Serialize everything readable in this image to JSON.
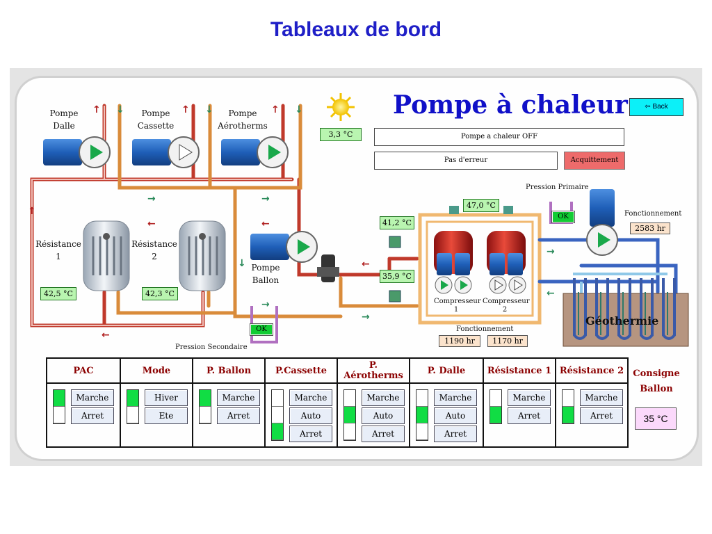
{
  "slide_title": "Tableaux de bord",
  "header": {
    "title": "Pompe à chaleur",
    "back_label": "⇦ Back",
    "outside_temp": "3,3 °C",
    "status_message": "Pompe a chaleur OFF",
    "error_message": "Pas d'erreur",
    "ack_label": "Acquittement"
  },
  "pumps": {
    "dalle_label": "Pompe Dalle",
    "cassette_label": "Pompe Cassette",
    "aerotherms_label": "Pompe Aérotherms",
    "ballon_label": "Pompe Ballon"
  },
  "resistances": {
    "r1_label": "Résistance 1",
    "r2_label": "Résistance 2",
    "r1_temp": "42,5 °C",
    "r2_temp": "42,3 °C"
  },
  "sensors": {
    "t_supply": "41,2 °C",
    "t_return": "35,9 °C",
    "t_compressor": "47,0 °C"
  },
  "pressure": {
    "secondary_label": "Pression Secondaire",
    "secondary_status": "OK",
    "primary_label": "Pression Primaire",
    "primary_status": "OK"
  },
  "compressors": {
    "c1_label": "Compresseur 1",
    "c2_label": "Compresseur 2",
    "runtime_label": "Fonctionnement",
    "c1_hours": "1190 hr",
    "c2_hours": "1170 hr"
  },
  "geo": {
    "label": "Géothermie",
    "runtime_label": "Fonctionnement",
    "hours": "2583 hr"
  },
  "controls": [
    {
      "header": "PAC",
      "buttons": [
        "Marche",
        "Arret"
      ],
      "states": [
        true,
        false
      ]
    },
    {
      "header": "Mode",
      "buttons": [
        "Hiver",
        "Ete"
      ],
      "states": [
        true,
        false
      ]
    },
    {
      "header": "P. Ballon",
      "buttons": [
        "Marche",
        "Arret"
      ],
      "states": [
        true,
        false
      ]
    },
    {
      "header": "P.Cassette",
      "buttons": [
        "Marche",
        "Auto",
        "Arret"
      ],
      "states": [
        false,
        false,
        true
      ]
    },
    {
      "header": "P. Aérotherms",
      "buttons": [
        "Marche",
        "Auto",
        "Arret"
      ],
      "states": [
        false,
        true,
        false
      ]
    },
    {
      "header": "P. Dalle",
      "buttons": [
        "Marche",
        "Auto",
        "Arret"
      ],
      "states": [
        false,
        true,
        false
      ]
    },
    {
      "header": "Résistance 1",
      "buttons": [
        "Marche",
        "Arret"
      ],
      "states": [
        false,
        true
      ]
    },
    {
      "header": "Résistance 2",
      "buttons": [
        "Marche",
        "Arret"
      ],
      "states": [
        false,
        true
      ]
    }
  ],
  "consigne": {
    "label": "Consigne Ballon",
    "value": "35 °C"
  },
  "colors": {
    "title_blue": "#1010c8",
    "hot_pipe": "#c0392b",
    "warm_pipe": "#d98b3a",
    "cold_pipe": "#3a64c0",
    "ok_green": "#11cc33",
    "header_red": "#8b0000"
  }
}
